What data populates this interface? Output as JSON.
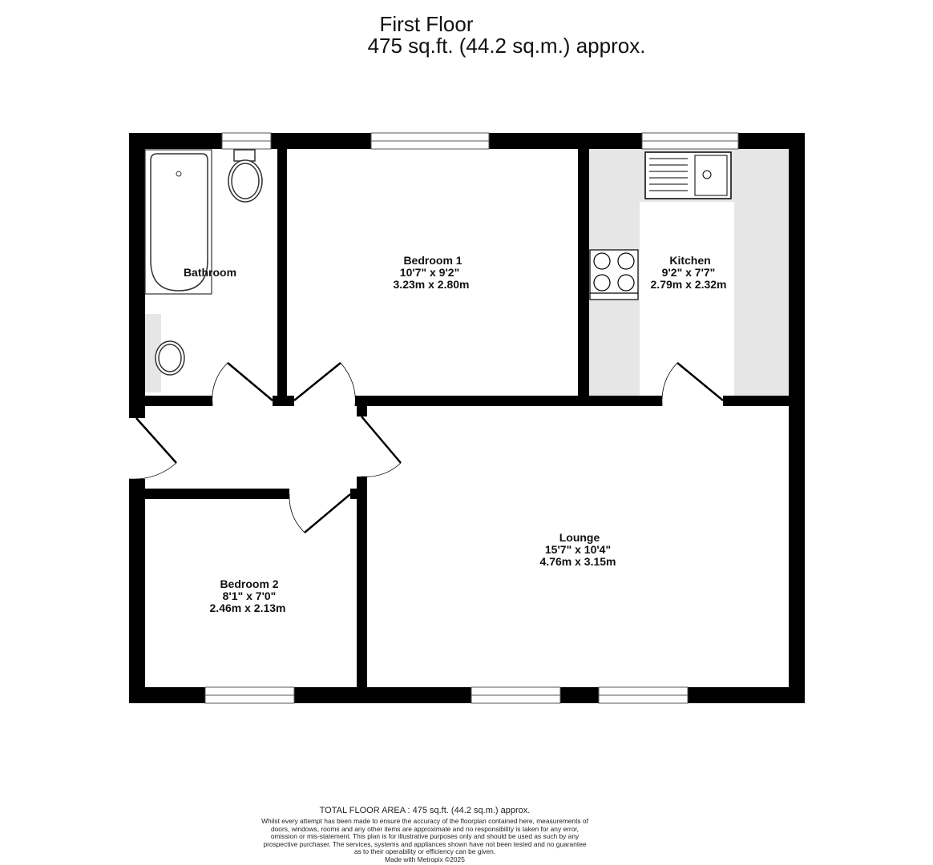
{
  "header": {
    "title": "First Floor",
    "area": "475 sq.ft. (44.2 sq.m.) approx."
  },
  "rooms": [
    {
      "name": "Bathroom",
      "imperial": "",
      "metric": ""
    },
    {
      "name": "Bedroom 1",
      "imperial": "10'7\"  x 9'2\"",
      "metric": "3.23m  x 2.80m"
    },
    {
      "name": "Kitchen",
      "imperial": "9'2\"  x 7'7\"",
      "metric": "2.79m  x 2.32m"
    },
    {
      "name": "Lounge",
      "imperial": "15'7\"  x 10'4\"",
      "metric": "4.76m  x 3.15m"
    },
    {
      "name": "Bedroom 2",
      "imperial": "8'1\"  x 7'0\"",
      "metric": "2.46m  x 2.13m"
    }
  ],
  "footer": {
    "total": "TOTAL FLOOR AREA : 475 sq.ft. (44.2 sq.m.) approx.",
    "disclaimer": "Whilst every attempt has been made to ensure the accuracy of the floorplan contained here, measurements of doors, windows, rooms and any other items are approximate and no responsibility is taken for any error, omission or mis-statement. This plan is for illustrative purposes only and should be used as such by any prospective purchaser. The services, systems and appliances shown have not been tested and no guarantee as to their operability or efficiency can be given.",
    "credit": "Made with Metropix ©2025"
  },
  "colors": {
    "wall": "#000000",
    "counter": "#e6e6e6"
  }
}
